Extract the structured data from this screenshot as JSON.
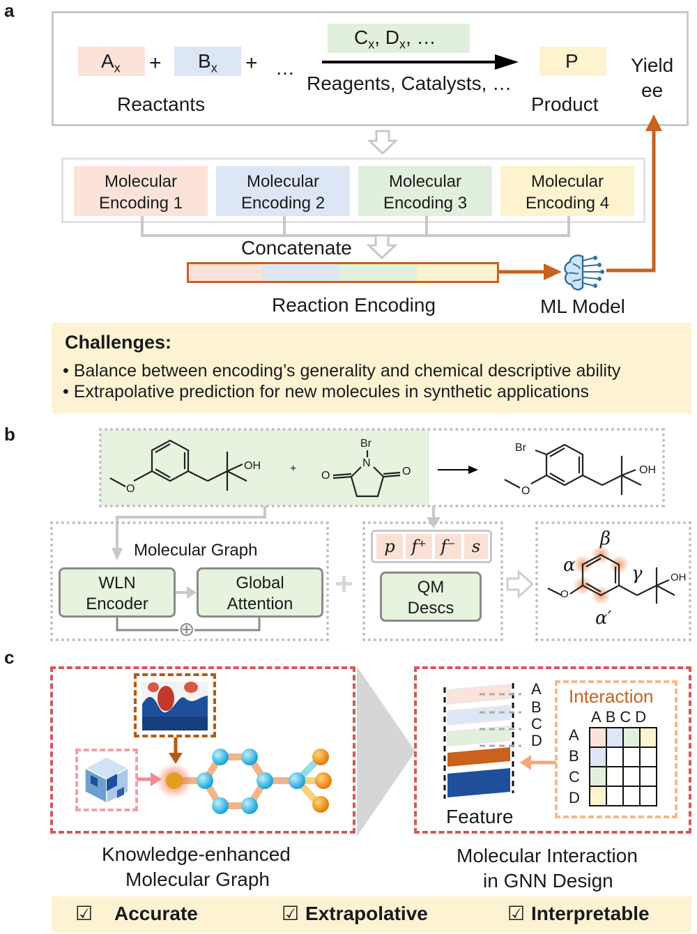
{
  "panels": {
    "a": "a",
    "b": "b",
    "c": "c"
  },
  "panel_a": {
    "reactant_a": "A",
    "reactant_a_sub": "x",
    "reactant_b": "B",
    "reactant_b_sub": "x",
    "plus": "+",
    "ellipsis": "…",
    "reagents_box": "C",
    "reagents_box_sub1": "x",
    "reagents_box_mid": ", D",
    "reagents_box_sub2": "x",
    "reagents_box_end": ", …",
    "reagents_label": "Reagents, Catalysts, …",
    "product_box": "P",
    "reactants_label": "Reactants",
    "product_label": "Product",
    "yield_label": "Yield",
    "ee_label": "ee",
    "encodings": [
      {
        "line1": "Molecular",
        "line2": "Encoding 1",
        "color": "#fbe3da"
      },
      {
        "line1": "Molecular",
        "line2": "Encoding 2",
        "color": "#dde6f5"
      },
      {
        "line1": "Molecular",
        "line2": "Encoding 3",
        "color": "#e1f0dc"
      },
      {
        "line1": "Molecular",
        "line2": "Encoding 4",
        "color": "#fdf3cf"
      }
    ],
    "concatenate_label": "Concatenate",
    "reaction_encoding_label": "Reaction Encoding",
    "ml_model_label": "ML Model",
    "challenges_title": "Challenges:",
    "challenges": [
      "• Balance between encoding’s generality and chemical descriptive ability",
      "• Extrapolative prediction for new molecules in synthetic applications"
    ],
    "accent_color": "#c8621d",
    "challenge_bg": "#fdf3d3"
  },
  "panel_b": {
    "mol_labels": {
      "br_reagent": "Br",
      "n_atom": "N",
      "o_left": "O",
      "o_right": "O",
      "oh_1": "OH",
      "o_methoxy_1": "O",
      "plus": "+",
      "br_product": "Br",
      "oh_2": "OH",
      "o_methoxy_2": "O",
      "oh_3": "OH",
      "o_methoxy_3": "O"
    },
    "molecular_graph_label": "Molecular Graph",
    "wln_line1": "WLN",
    "wln_line2": "Encoder",
    "global_line1": "Global",
    "global_line2": "Attention",
    "oplus": "⊕",
    "plus_sign": "+",
    "descriptor_symbols": [
      "p",
      "f⁺",
      "f⁻",
      "s"
    ],
    "qm_line1": "QM",
    "qm_line2": "Descs",
    "site_labels": {
      "alpha": "α",
      "beta": "β",
      "gamma": "γ",
      "alpha_prime": "α′"
    }
  },
  "panel_c": {
    "left_caption_line1": "Knowledge-enhanced",
    "left_caption_line2": "Molecular Graph",
    "right_caption_line1": "Molecular Interaction",
    "right_caption_line2": "in GNN Design",
    "feature_label": "Feature",
    "interaction_title": "Interaction",
    "matrix_labels": [
      "A",
      "B",
      "C",
      "D"
    ],
    "layer_labels": [
      "A",
      "B",
      "C",
      "D"
    ],
    "features": [
      {
        "check": "☑",
        "label": "Accurate"
      },
      {
        "check": "☑",
        "label": "Extrapolative"
      },
      {
        "check": "☑",
        "label": "Interpretable"
      }
    ]
  }
}
